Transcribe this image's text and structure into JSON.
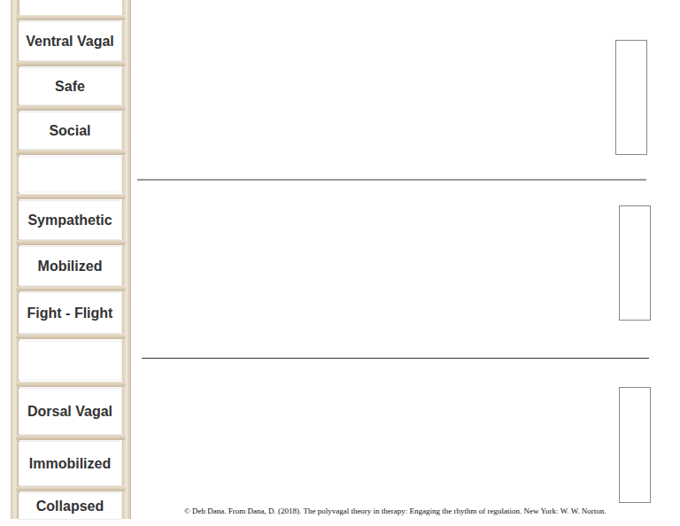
{
  "diagram": {
    "caption": "© Deb Dana. From Dana, D. (2018). The polyvagal theory in therapy: Engaging the rhythm of regulation. New York: W. W. Norton.",
    "nodes": [
      {
        "text": [
          "Ventral Vagal"
        ]
      },
      {
        "text": [
          "Safe"
        ]
      },
      {
        "text": [
          "Social"
        ]
      },
      {
        "text": [
          "Sympathetic"
        ]
      },
      {
        "text": [
          "Mobilized"
        ]
      },
      {
        "text": [
          "Fight - Flight"
        ]
      },
      {
        "text": [
          "Dorsal Vagal"
        ]
      },
      {
        "text": [
          "Immobilized"
        ]
      },
      {
        "text": [
          "Collapsed"
        ]
      }
    ]
  }
}
